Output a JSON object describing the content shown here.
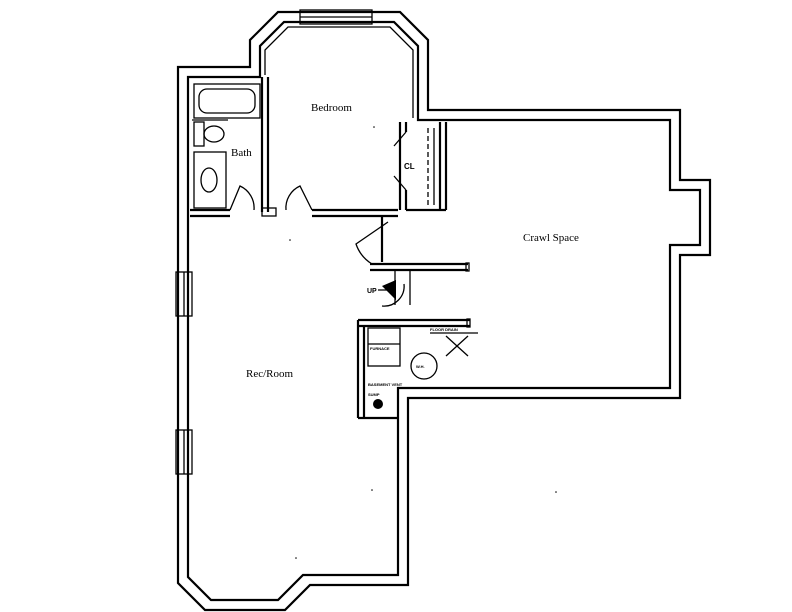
{
  "rooms": {
    "bedroom": "Bedroom",
    "bath": "Bath",
    "closet": "CL",
    "crawl_space": "Crawl Space",
    "rec_room": "Rec/Room"
  },
  "labels": {
    "up": "UP"
  },
  "equipment": {
    "furnace": "FURNACE",
    "water_heater": "W.H.",
    "sump": "SUMP",
    "floor_drain": "FLOOR DRAIN",
    "basement_vent": "BASEMENT VENT"
  }
}
